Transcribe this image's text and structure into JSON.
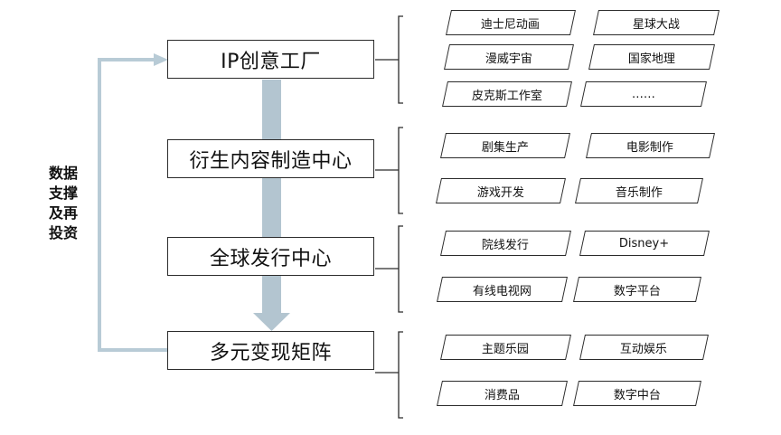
{
  "side_label": [
    "数据",
    "支撑",
    "及再",
    "投资"
  ],
  "sections": [
    {
      "title": "IP创意工厂",
      "items": [
        "迪士尼动画",
        "星球大战",
        "漫威宇宙",
        "国家地理",
        "皮克斯工作室",
        "……"
      ]
    },
    {
      "title": "衍生内容制造中心",
      "items": [
        "剧集生产",
        "电影制作",
        "游戏开发",
        "音乐制作"
      ]
    },
    {
      "title": "全球发行中心",
      "items": [
        "院线发行",
        "Disney+",
        "有线电视网",
        "数字平台"
      ]
    },
    {
      "title": "多元变现矩阵",
      "items": [
        "主题乐园",
        "互动娱乐",
        "消费品",
        "数字中台"
      ]
    }
  ],
  "colors": {
    "flow_arrow": "#b3c5d0",
    "feedback_arrow": "#b8cbd6",
    "border": "#2b2b2b"
  }
}
